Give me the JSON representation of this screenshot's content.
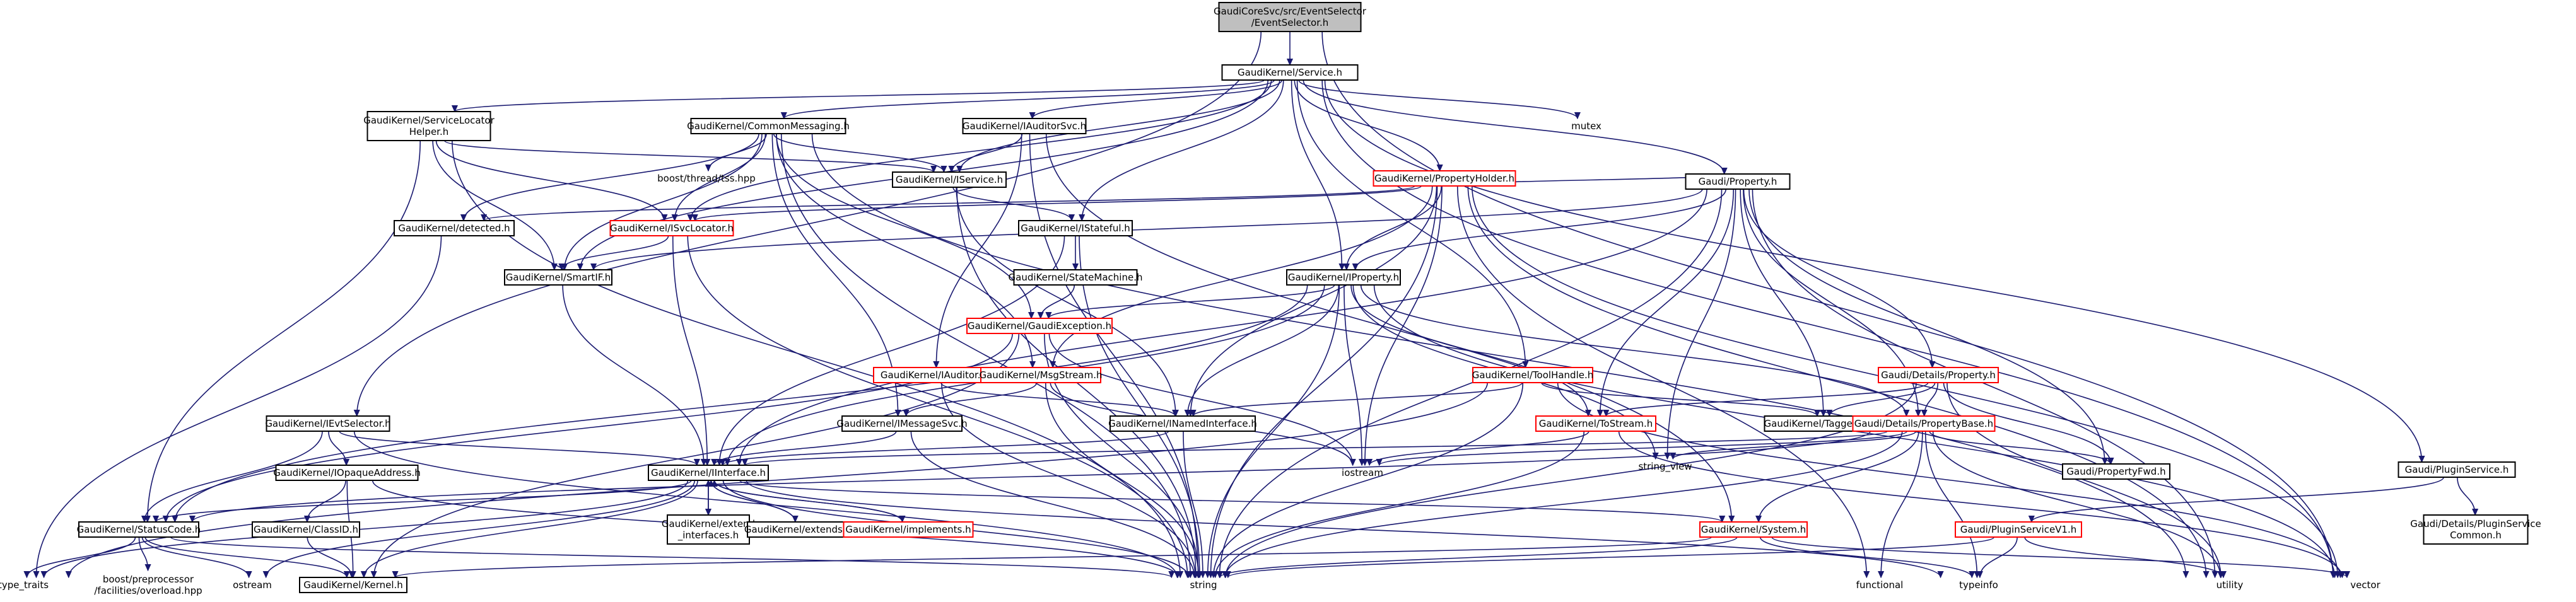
{
  "diagram": {
    "nodes": [
      {
        "id": "root",
        "lines": [
          "GaudiCoreSvc/src/EventSelector",
          "/EventSelector.h"
        ],
        "style": "root"
      },
      {
        "id": "service",
        "lines": [
          "GaudiKernel/Service.h"
        ],
        "style": "box"
      },
      {
        "id": "svclocatorhelper",
        "lines": [
          "GaudiKernel/ServiceLocator",
          "Helper.h"
        ],
        "style": "box"
      },
      {
        "id": "commonmsg",
        "lines": [
          "GaudiKernel/CommonMessaging.h"
        ],
        "style": "box"
      },
      {
        "id": "iauditorsvc",
        "lines": [
          "GaudiKernel/IAuditorSvc.h"
        ],
        "style": "box"
      },
      {
        "id": "mutex",
        "lines": [
          "mutex"
        ],
        "style": "plain"
      },
      {
        "id": "pluginservice",
        "lines": [
          "Gaudi/PluginService.h"
        ],
        "style": "box"
      },
      {
        "id": "boostthread",
        "lines": [
          "boost/thread/tss.hpp"
        ],
        "style": "plain"
      },
      {
        "id": "iservice",
        "lines": [
          "GaudiKernel/IService.h"
        ],
        "style": "box"
      },
      {
        "id": "propertyholder",
        "lines": [
          "GaudiKernel/PropertyHolder.h"
        ],
        "style": "red"
      },
      {
        "id": "gaudiproperty",
        "lines": [
          "Gaudi/Property.h"
        ],
        "style": "box"
      },
      {
        "id": "detected",
        "lines": [
          "GaudiKernel/detected.h"
        ],
        "style": "box"
      },
      {
        "id": "isvclocator",
        "lines": [
          "GaudiKernel/ISvcLocator.h"
        ],
        "style": "red"
      },
      {
        "id": "istateful",
        "lines": [
          "GaudiKernel/IStateful.h"
        ],
        "style": "box"
      },
      {
        "id": "smartif",
        "lines": [
          "GaudiKernel/SmartIF.h"
        ],
        "style": "box"
      },
      {
        "id": "statemachine",
        "lines": [
          "GaudiKernel/StateMachine.h"
        ],
        "style": "box"
      },
      {
        "id": "iproperty",
        "lines": [
          "GaudiKernel/IProperty.h"
        ],
        "style": "box"
      },
      {
        "id": "gaudiexception",
        "lines": [
          "GaudiKernel/GaudiException.h"
        ],
        "style": "red"
      },
      {
        "id": "iauditor",
        "lines": [
          "GaudiKernel/IAuditor.h"
        ],
        "style": "red"
      },
      {
        "id": "msgstream",
        "lines": [
          "GaudiKernel/MsgStream.h"
        ],
        "style": "red"
      },
      {
        "id": "toolhandle",
        "lines": [
          "GaudiKernel/ToolHandle.h"
        ],
        "style": "red"
      },
      {
        "id": "detailsproperty",
        "lines": [
          "Gaudi/Details/Property.h"
        ],
        "style": "red"
      },
      {
        "id": "ievtselector",
        "lines": [
          "GaudiKernel/IEvtSelector.h"
        ],
        "style": "box"
      },
      {
        "id": "imessagesvc",
        "lines": [
          "GaudiKernel/IMessageSvc.h"
        ],
        "style": "box"
      },
      {
        "id": "inamedinterface",
        "lines": [
          "GaudiKernel/INamedInterface.h"
        ],
        "style": "box"
      },
      {
        "id": "tostream",
        "lines": [
          "GaudiKernel/ToStream.h"
        ],
        "style": "red"
      },
      {
        "id": "taggedbool",
        "lines": [
          "GaudiKernel/TaggedBool.h"
        ],
        "style": "box"
      },
      {
        "id": "propertybase",
        "lines": [
          "Gaudi/Details/PropertyBase.h"
        ],
        "style": "red"
      },
      {
        "id": "iopaqueaddress",
        "lines": [
          "GaudiKernel/IOpaqueAddress.h"
        ],
        "style": "box"
      },
      {
        "id": "iinterface",
        "lines": [
          "GaudiKernel/IInterface.h"
        ],
        "style": "box"
      },
      {
        "id": "iostream",
        "lines": [
          "iostream"
        ],
        "style": "plain"
      },
      {
        "id": "stringview",
        "lines": [
          "string_view"
        ],
        "style": "plain"
      },
      {
        "id": "propertyfwd",
        "lines": [
          "Gaudi/PropertyFwd.h"
        ],
        "style": "box"
      },
      {
        "id": "pluginservicev1",
        "lines": [
          "Gaudi/PluginServiceV1.h"
        ],
        "style": "red"
      },
      {
        "id": "detailsplugincommon",
        "lines": [
          "Gaudi/Details/PluginService",
          "Common.h"
        ],
        "style": "box"
      },
      {
        "id": "statuscode",
        "lines": [
          "GaudiKernel/StatusCode.h"
        ],
        "style": "box"
      },
      {
        "id": "classid",
        "lines": [
          "GaudiKernel/ClassID.h"
        ],
        "style": "box"
      },
      {
        "id": "extendinterfaces",
        "lines": [
          "GaudiKernel/extend",
          "_interfaces.h"
        ],
        "style": "box"
      },
      {
        "id": "extends",
        "lines": [
          "GaudiKernel/extends.h"
        ],
        "style": "box"
      },
      {
        "id": "implements",
        "lines": [
          "GaudiKernel/implements.h"
        ],
        "style": "red"
      },
      {
        "id": "system",
        "lines": [
          "GaudiKernel/System.h"
        ],
        "style": "red"
      },
      {
        "id": "typetraits",
        "lines": [
          "type_traits"
        ],
        "style": "plain"
      },
      {
        "id": "boostoverload",
        "lines": [
          "boost/preprocessor",
          "/facilities/overload.hpp"
        ],
        "style": "plain"
      },
      {
        "id": "ostream",
        "lines": [
          "ostream"
        ],
        "style": "plain"
      },
      {
        "id": "kernel",
        "lines": [
          "GaudiKernel/Kernel.h"
        ],
        "style": "box"
      },
      {
        "id": "string",
        "lines": [
          "string"
        ],
        "style": "plain"
      },
      {
        "id": "functional",
        "lines": [
          "functional"
        ],
        "style": "plain"
      },
      {
        "id": "typeinfo",
        "lines": [
          "typeinfo"
        ],
        "style": "plain"
      },
      {
        "id": "utility",
        "lines": [
          "utility"
        ],
        "style": "plain"
      },
      {
        "id": "vector",
        "lines": [
          "vector"
        ],
        "style": "plain"
      }
    ],
    "edges": [
      [
        "root",
        "service"
      ],
      [
        "root",
        "ievtselector"
      ],
      [
        "root",
        "vector"
      ],
      [
        "service",
        "svclocatorhelper"
      ],
      [
        "service",
        "commonmsg"
      ],
      [
        "service",
        "iauditorsvc"
      ],
      [
        "service",
        "mutex"
      ],
      [
        "service",
        "pluginservice"
      ],
      [
        "service",
        "iservice"
      ],
      [
        "service",
        "propertyholder"
      ],
      [
        "service",
        "gaudiproperty"
      ],
      [
        "service",
        "isvclocator"
      ],
      [
        "service",
        "istateful"
      ],
      [
        "service",
        "smartif"
      ],
      [
        "service",
        "iproperty"
      ],
      [
        "service",
        "toolhandle"
      ],
      [
        "service",
        "vector"
      ],
      [
        "svclocatorhelper",
        "isvclocator"
      ],
      [
        "svclocatorhelper",
        "smartif"
      ],
      [
        "svclocatorhelper",
        "iservice"
      ],
      [
        "svclocatorhelper",
        "statuscode"
      ],
      [
        "svclocatorhelper",
        "string"
      ],
      [
        "commonmsg",
        "boostthread"
      ],
      [
        "commonmsg",
        "iservice"
      ],
      [
        "commonmsg",
        "detected"
      ],
      [
        "commonmsg",
        "isvclocator"
      ],
      [
        "commonmsg",
        "smartif"
      ],
      [
        "commonmsg",
        "gaudiexception"
      ],
      [
        "commonmsg",
        "msgstream"
      ],
      [
        "commonmsg",
        "imessagesvc"
      ],
      [
        "commonmsg",
        "string"
      ],
      [
        "commonmsg",
        "utility"
      ],
      [
        "iauditorsvc",
        "iservice"
      ],
      [
        "iauditorsvc",
        "iauditor"
      ],
      [
        "iauditorsvc",
        "system"
      ],
      [
        "iauditorsvc",
        "string"
      ],
      [
        "pluginservice",
        "pluginservicev1"
      ],
      [
        "pluginservice",
        "detailsplugincommon"
      ],
      [
        "iservice",
        "istateful"
      ],
      [
        "iservice",
        "inamedinterface"
      ],
      [
        "iservice",
        "string"
      ],
      [
        "propertyholder",
        "gaudiproperty"
      ],
      [
        "propertyholder",
        "detected"
      ],
      [
        "propertyholder",
        "isvclocator"
      ],
      [
        "propertyholder",
        "iproperty"
      ],
      [
        "propertyholder",
        "msgstream"
      ],
      [
        "propertyholder",
        "inamedinterface"
      ],
      [
        "propertyholder",
        "iostream"
      ],
      [
        "propertyholder",
        "string"
      ],
      [
        "propertyholder",
        "functional"
      ],
      [
        "propertyholder",
        "utility"
      ],
      [
        "propertyholder",
        "vector"
      ],
      [
        "gaudiproperty",
        "iproperty"
      ],
      [
        "gaudiproperty",
        "smartif"
      ],
      [
        "gaudiproperty",
        "detailsproperty"
      ],
      [
        "gaudiproperty",
        "propertybase"
      ],
      [
        "gaudiproperty",
        "tostream"
      ],
      [
        "gaudiproperty",
        "taggedbool"
      ],
      [
        "gaudiproperty",
        "propertyfwd"
      ],
      [
        "gaudiproperty",
        "iinterface"
      ],
      [
        "gaudiproperty",
        "stringview"
      ],
      [
        "gaudiproperty",
        "string"
      ],
      [
        "gaudiproperty",
        "utility"
      ],
      [
        "detected",
        "typetraits"
      ],
      [
        "isvclocator",
        "smartif"
      ],
      [
        "isvclocator",
        "iinterface"
      ],
      [
        "isvclocator",
        "string"
      ],
      [
        "istateful",
        "statemachine"
      ],
      [
        "istateful",
        "iinterface"
      ],
      [
        "istateful",
        "string"
      ],
      [
        "smartif",
        "iinterface"
      ],
      [
        "statemachine",
        "gaudiexception"
      ],
      [
        "iproperty",
        "gaudiexception"
      ],
      [
        "iproperty",
        "inamedinterface"
      ],
      [
        "iproperty",
        "statuscode"
      ],
      [
        "iproperty",
        "propertybase"
      ],
      [
        "iproperty",
        "tostream"
      ],
      [
        "iproperty",
        "iostream"
      ],
      [
        "iproperty",
        "stringview"
      ],
      [
        "iproperty",
        "string"
      ],
      [
        "iproperty",
        "vector"
      ],
      [
        "iproperty",
        "iinterface"
      ],
      [
        "gaudiexception",
        "statuscode"
      ],
      [
        "gaudiexception",
        "kernel"
      ],
      [
        "gaudiexception",
        "iostream"
      ],
      [
        "gaudiexception",
        "string"
      ],
      [
        "iauditor",
        "inamedinterface"
      ],
      [
        "iauditor",
        "string"
      ],
      [
        "msgstream",
        "imessagesvc"
      ],
      [
        "msgstream",
        "iostream"
      ],
      [
        "msgstream",
        "string"
      ],
      [
        "toolhandle",
        "inamedinterface"
      ],
      [
        "toolhandle",
        "taggedbool"
      ],
      [
        "toolhandle",
        "typetraits"
      ],
      [
        "toolhandle",
        "string"
      ],
      [
        "toolhandle",
        "vector"
      ],
      [
        "detailsproperty",
        "propertybase"
      ],
      [
        "detailsproperty",
        "tostream"
      ],
      [
        "detailsproperty",
        "taggedbool"
      ],
      [
        "detailsproperty",
        "propertyfwd"
      ],
      [
        "detailsproperty",
        "string"
      ],
      [
        "detailsproperty",
        "utility"
      ],
      [
        "ievtselector",
        "iinterface"
      ],
      [
        "ievtselector",
        "iopaqueaddress"
      ],
      [
        "ievtselector",
        "statuscode"
      ],
      [
        "ievtselector",
        "string"
      ],
      [
        "imessagesvc",
        "iinterface"
      ],
      [
        "imessagesvc",
        "string"
      ],
      [
        "inamedinterface",
        "iinterface"
      ],
      [
        "inamedinterface",
        "string"
      ],
      [
        "tostream",
        "iostream"
      ],
      [
        "tostream",
        "string"
      ],
      [
        "tostream",
        "vector"
      ],
      [
        "propertybase",
        "iinterface"
      ],
      [
        "propertybase",
        "statuscode"
      ],
      [
        "propertybase",
        "system"
      ],
      [
        "propertybase",
        "propertyfwd"
      ],
      [
        "propertybase",
        "stringview"
      ],
      [
        "propertybase",
        "iostream"
      ],
      [
        "propertybase",
        "functional"
      ],
      [
        "propertybase",
        "string"
      ],
      [
        "propertybase",
        "typeinfo"
      ],
      [
        "propertybase",
        "utility"
      ],
      [
        "iopaqueaddress",
        "classid"
      ],
      [
        "iopaqueaddress",
        "kernel"
      ],
      [
        "iopaqueaddress",
        "string"
      ],
      [
        "iinterface",
        "statuscode"
      ],
      [
        "iinterface",
        "system"
      ],
      [
        "iinterface",
        "kernel"
      ],
      [
        "iinterface",
        "extendinterfaces"
      ],
      [
        "iinterface",
        "extends"
      ],
      [
        "iinterface",
        "implements"
      ],
      [
        "iinterface",
        "typetraits"
      ],
      [
        "iinterface",
        "ostream"
      ],
      [
        "iinterface",
        "string"
      ],
      [
        "iinterface",
        "typeinfo"
      ],
      [
        "extendinterfaces",
        "iinterface"
      ],
      [
        "extends",
        "iinterface"
      ],
      [
        "implements",
        "iinterface"
      ],
      [
        "pluginservicev1",
        "string"
      ],
      [
        "pluginservicev1",
        "typeinfo"
      ],
      [
        "pluginservicev1",
        "utility"
      ],
      [
        "statuscode",
        "boostoverload"
      ],
      [
        "statuscode",
        "ostream"
      ],
      [
        "statuscode",
        "kernel"
      ],
      [
        "statuscode",
        "typetraits"
      ],
      [
        "statuscode",
        "string"
      ],
      [
        "classid",
        "kernel"
      ],
      [
        "system",
        "kernel"
      ],
      [
        "system",
        "string"
      ],
      [
        "system",
        "typeinfo"
      ],
      [
        "system",
        "vector"
      ]
    ]
  }
}
